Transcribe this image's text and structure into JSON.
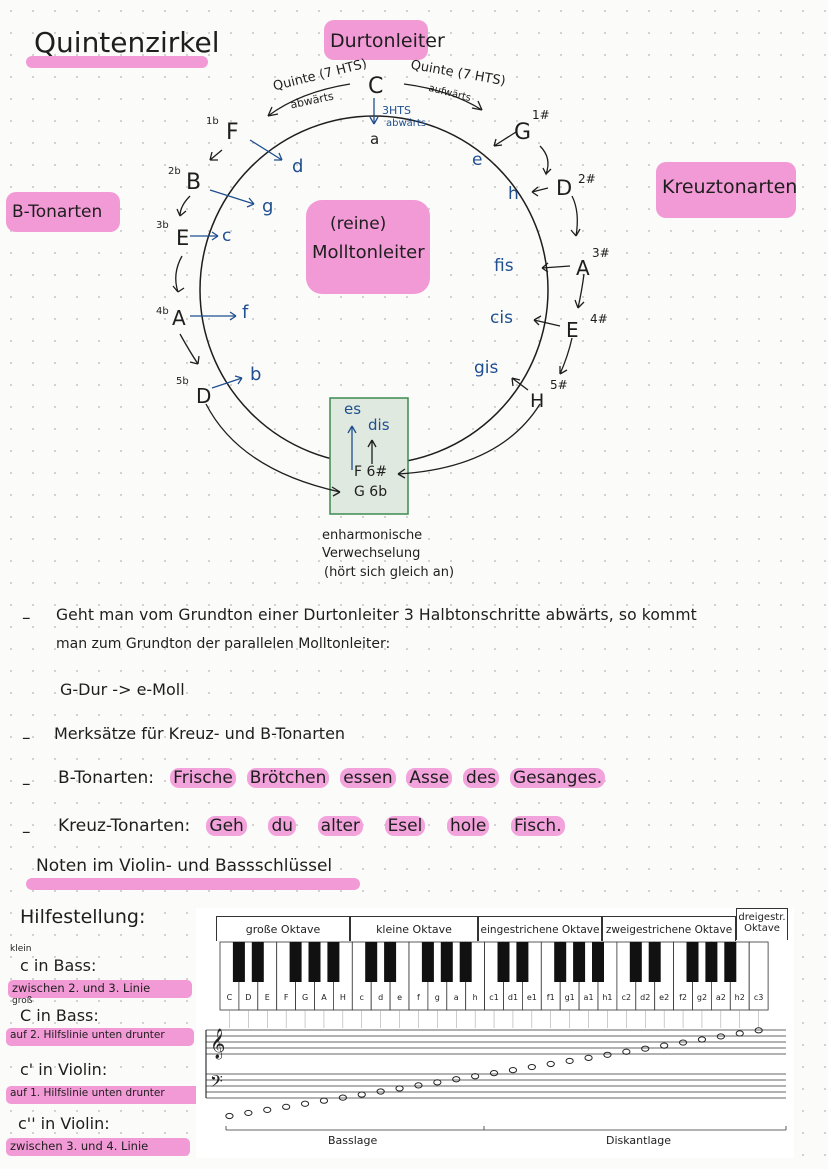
{
  "title": "Quintenzirkel",
  "labels": {
    "dur": "Durtonleiter",
    "moll_line1": "(reine)",
    "moll_line2": "Molltonleiter",
    "b_tonarten": "B-Tonarten",
    "kreuz_tonarten": "Kreuztonarten",
    "quinte_down": "Quinte (7 HTS)",
    "abwaerts": "abwärts",
    "quinte_up": "Quinte (7 HTS)",
    "aufwaerts": "aufwärts",
    "hts3": "3HTS",
    "hts3_abwaerts": "abwärts"
  },
  "circle": {
    "major_top": "C",
    "minor_top": "a",
    "sharps": [
      {
        "major": "G",
        "sign": "1#",
        "minor": "e"
      },
      {
        "major": "D",
        "sign": "2#",
        "minor": "h"
      },
      {
        "major": "A",
        "sign": "3#",
        "minor": "fis"
      },
      {
        "major": "E",
        "sign": "4#",
        "minor": "cis"
      },
      {
        "major": "H",
        "sign": "5#",
        "minor": "gis"
      }
    ],
    "flats": [
      {
        "major": "F",
        "sign": "1b",
        "minor": "d"
      },
      {
        "major": "B",
        "sign": "2b",
        "minor": "g"
      },
      {
        "major": "E",
        "sign": "3b",
        "minor": "c"
      },
      {
        "major": "A",
        "sign": "4b",
        "minor": "f"
      },
      {
        "major": "D",
        "sign": "5b",
        "minor": "b"
      }
    ],
    "enharmonic": {
      "minor_flat": "es",
      "minor_sharp": "dis",
      "sharp": "F 6#",
      "flat": "G 6b"
    },
    "enharmonic_note": [
      "enharmonische",
      "Verwechselung",
      "(hört sich gleich an)"
    ]
  },
  "notes": [
    "Geht man vom Grundton einer Durtonleiter 3 Halbtonschritte abwärts, so kommt",
    "man zum Grundton der parallelen Molltonleiter:",
    "G-Dur  ->  e-Moll",
    "Merksätze für Kreuz- und B-Tonarten"
  ],
  "mnemonic_b": {
    "label": "B-Tonarten:",
    "words": [
      "Frische",
      "Brötchen",
      "essen",
      "Asse",
      "des",
      "Gesanges."
    ]
  },
  "mnemonic_kreuz": {
    "label": "Kreuz-Tonarten:",
    "words": [
      "Geh",
      "du",
      "alter",
      "Esel",
      "hole",
      "Fisch."
    ]
  },
  "section_title": "Noten im Violin- und Bassschlüssel",
  "hilfestellung": "Hilfestellung:",
  "help": [
    {
      "small": "klein",
      "main": "c in Bass:",
      "detail": "zwischen 2. und 3. Linie"
    },
    {
      "small": "groß",
      "main": "C in Bass:",
      "detail": "auf 2. Hilfslinie unten drunter"
    },
    {
      "small": "",
      "main": "c' in Violin:",
      "detail": "auf 1. Hilfslinie unten drunter"
    },
    {
      "small": "",
      "main": "c'' in Violin:",
      "detail": "zwischen 3. und 4. Linie"
    }
  ],
  "keyboard": {
    "octaves": [
      "große Oktave",
      "kleine Oktave",
      "eingestrichene Oktave",
      "zweigestrichene Oktave",
      "dreigestr. Oktave"
    ],
    "keys": [
      "C",
      "D",
      "E",
      "F",
      "G",
      "A",
      "H",
      "c",
      "d",
      "e",
      "f",
      "g",
      "a",
      "h",
      "c1",
      "d1",
      "e1",
      "f1",
      "g1",
      "a1",
      "h1",
      "c2",
      "d2",
      "e2",
      "f2",
      "g2",
      "a2",
      "h2",
      "c3"
    ],
    "range_low": "Basslage",
    "range_high": "Diskantlage"
  },
  "colors": {
    "highlight": "#f29ad6",
    "ink": "#1e1e1e",
    "blue": "#1f4f8f",
    "box_fill": "#dfe9df",
    "box_stroke": "#3d8a4f"
  }
}
